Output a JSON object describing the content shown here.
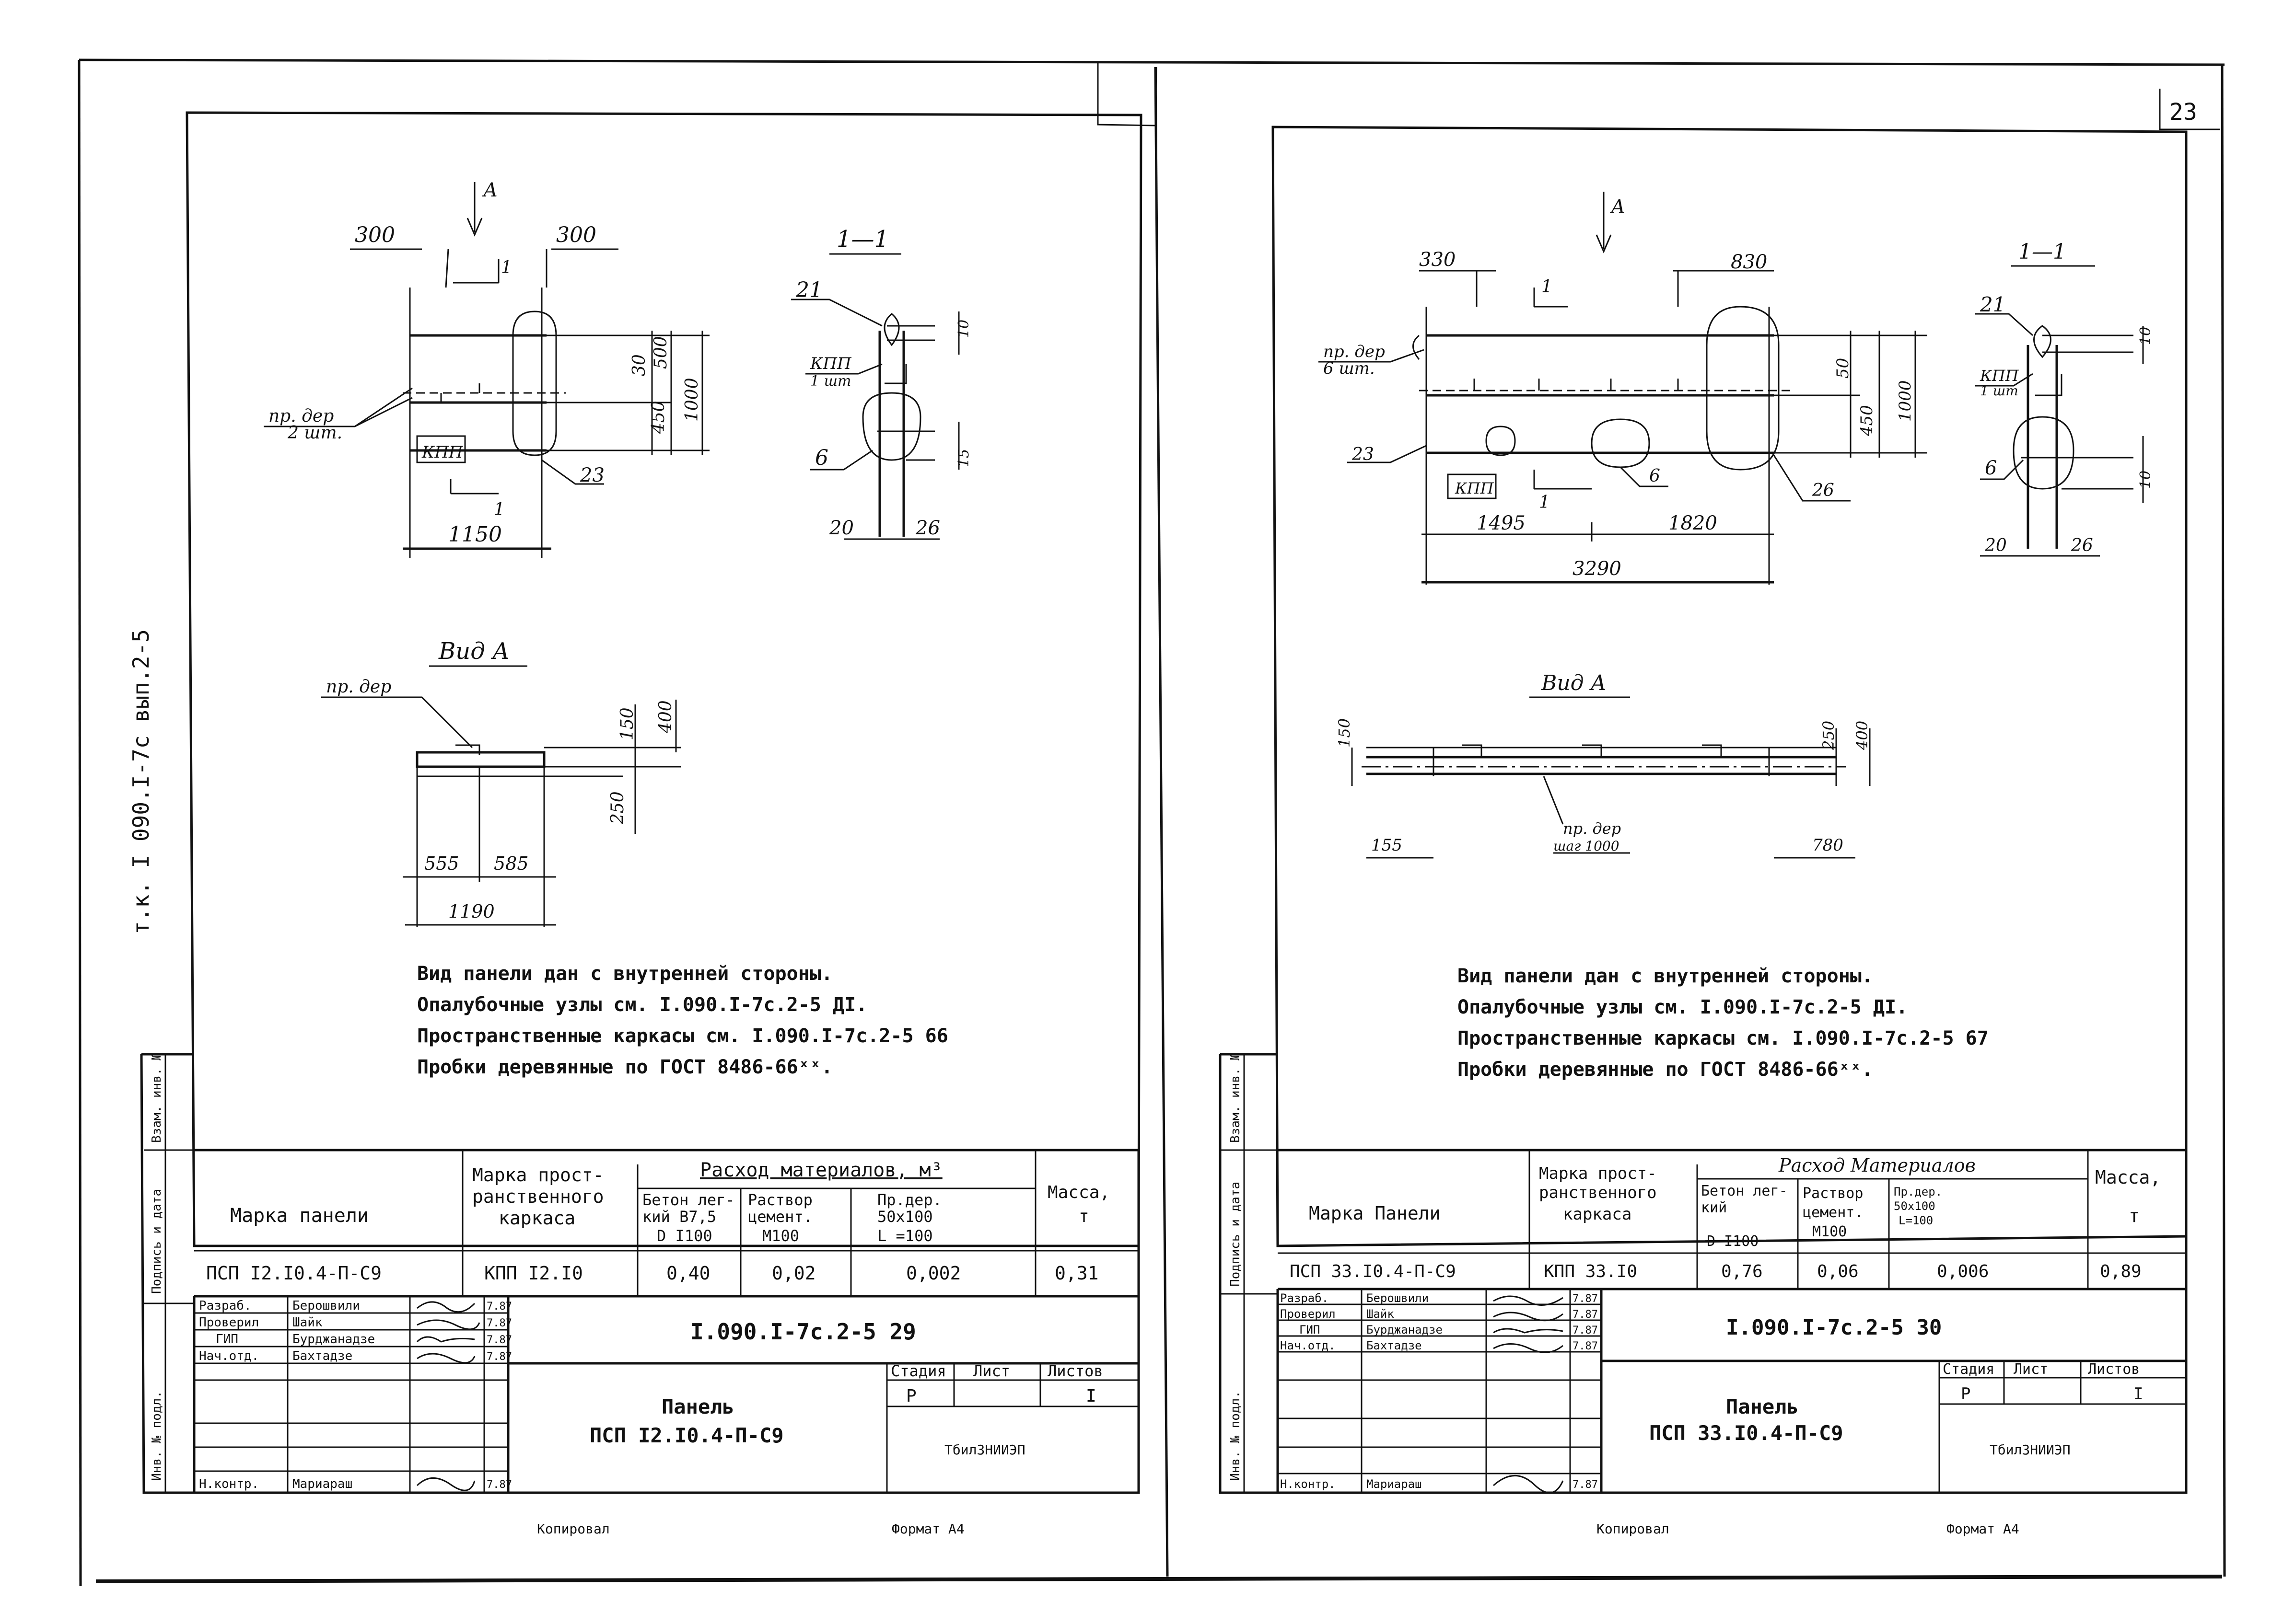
{
  "page_number": "23",
  "side_stamp": "т.к. I 090.I-7с вып.2-5",
  "left_sheet": {
    "section_arrow": "А",
    "dim_300_left": "300",
    "dim_300_right": "300",
    "cut_mark": "1",
    "dim_30": "30",
    "dim_500": "500",
    "dim_450": "450",
    "dim_1000": "1000",
    "dim_1150": "1150",
    "label_pr_der": "пр. дер",
    "label_pr_der_qty": "2 шт.",
    "label_kpp": "КПП",
    "label_23": "23",
    "section_title": "1—1",
    "sec_21": "21",
    "sec_kpp": "КПП",
    "sec_kpp_qty": "1 шт",
    "sec_6": "6",
    "sec_10": "10",
    "sec_15": "15",
    "sec_20": "20",
    "sec_26": "26",
    "view_title": "Вид А",
    "view_pr_der": "пр. дер",
    "view_150": "150",
    "view_400": "400",
    "view_250": "250",
    "view_555": "555",
    "view_585": "585",
    "view_1190": "1190",
    "notes": [
      "Вид панели дан с внутренней стороны.",
      "Опалубочные узлы см. I.090.I-7с.2-5 ДI.",
      "Пространственные каркасы см. I.090.I-7с.2-5 66",
      "Пробки деревянные по ГОСТ 8486-66ˣˣ."
    ],
    "table": {
      "h_mark": "Марка панели",
      "h_frame": [
        "Марка прост-",
        "ранственного",
        "каркаса"
      ],
      "h_consumption": "Расход материалов, м³",
      "h_concrete": [
        "Бетон лег-",
        "кий В7,5",
        "D I100"
      ],
      "h_mortar": [
        "Раствор",
        "цемент.",
        "М100"
      ],
      "h_plugs": [
        "Пр.дер.",
        "50х100",
        "L =100"
      ],
      "h_mass": [
        "Масса,",
        "т"
      ],
      "row": [
        "ПСП I2.I0.4-П-С9",
        "КПП I2.I0",
        "0,40",
        "0,02",
        "0,002",
        "0,31"
      ]
    },
    "stamp": {
      "roles": [
        "Разраб.",
        "Проверил",
        "ГИП",
        "Нач.отд.",
        "",
        "",
        "Н.контр."
      ],
      "names": [
        "Берошвили",
        "Шайк",
        "Бурджанадзе",
        "Бахтадзе",
        "",
        "",
        "Мариараш"
      ],
      "dates": [
        "7.87",
        "7.87",
        "7.87",
        "7.87",
        "",
        "",
        "7.87"
      ],
      "doc_code": "I.090.I-7с.2-5 29",
      "title_line1": "Панель",
      "title_line2": "ПСП I2.I0.4-П-С9",
      "stage_h": "Стадия",
      "sheet_h": "Лист",
      "sheets_h": "Листов",
      "stage_v": "Р",
      "sheet_v": "",
      "sheets_v": "I",
      "org": "ТбилЗНИИЭП"
    },
    "side_cells": [
      "Взам. инв. №",
      "Подпись и дата",
      "Инв. № подл."
    ],
    "footer_copied": "Копировал",
    "footer_format": "Формат А4"
  },
  "right_sheet": {
    "section_arrow": "А",
    "dim_330": "330",
    "dim_830": "830",
    "cut_mark": "1",
    "label_pr_der": "пр. дер",
    "label_pr_der_qty": "6 шт.",
    "label_23": "23",
    "label_kpp": "КПП",
    "label_6": "6",
    "label_26": "26",
    "dim_50": "50",
    "dim_450": "450",
    "dim_1000": "1000",
    "dim_1495": "1495",
    "dim_1820": "1820",
    "dim_3290": "3290",
    "section_title": "1—1",
    "sec_21": "21",
    "sec_kpp": "КПП",
    "sec_kpp_qty": "1 шт",
    "sec_6": "6",
    "sec_10": "10",
    "sec_20": "20",
    "sec_26": "26",
    "view_title": "Вид А",
    "view_150": "150",
    "view_250": "250",
    "view_400": "400",
    "view_pr_der": "пр. дер",
    "view_pr_der_step": "шаг 1000",
    "view_155": "155",
    "view_780": "780",
    "notes": [
      "Вид панели дан с внутренней стороны.",
      "Опалубочные узлы см. I.090.I-7с.2-5 ДI.",
      "Пространственные каркасы см. I.090.I-7с.2-5 67",
      "Пробки деревянные по ГОСТ 8486-66ˣˣ."
    ],
    "table": {
      "h_mark": "Марка Панели",
      "h_frame": [
        "Марка прост-",
        "ранственного",
        "каркаса"
      ],
      "h_consumption": "Расход Материалов",
      "h_concrete": [
        "Бетон лег-",
        "кий",
        "D I100"
      ],
      "h_mortar": [
        "Раствор",
        "цемент.",
        "М100"
      ],
      "h_plugs": [
        "Пр.дер.",
        "50х100",
        "L=100"
      ],
      "h_mass": [
        "Масса,",
        "т"
      ],
      "row": [
        "ПСП 33.I0.4-П-С9",
        "КПП 33.I0",
        "0,76",
        "0,06",
        "0,006",
        "0,89"
      ]
    },
    "stamp": {
      "roles": [
        "Разраб.",
        "Проверил",
        "ГИП",
        "Нач.отд.",
        "",
        "",
        "Н.контр."
      ],
      "names": [
        "Берошвили",
        "Шайк",
        "Бурджанадзе",
        "Бахтадзе",
        "",
        "",
        "Мариараш"
      ],
      "dates": [
        "7.87",
        "7.87",
        "7.87",
        "7.87",
        "",
        "",
        "7.87"
      ],
      "doc_code": "I.090.I-7с.2-5 30",
      "title_line1": "Панель",
      "title_line2": "ПСП 33.I0.4-П-С9",
      "stage_h": "Стадия",
      "sheet_h": "Лист",
      "sheets_h": "Листов",
      "stage_v": "Р",
      "sheet_v": "",
      "sheets_v": "I",
      "org": "ТбилЗНИИЭП"
    },
    "side_cells": [
      "Взам. инв. №",
      "Подпись и дата",
      "Инв. № подл."
    ],
    "footer_copied": "Копировал",
    "footer_format": "Формат А4"
  }
}
